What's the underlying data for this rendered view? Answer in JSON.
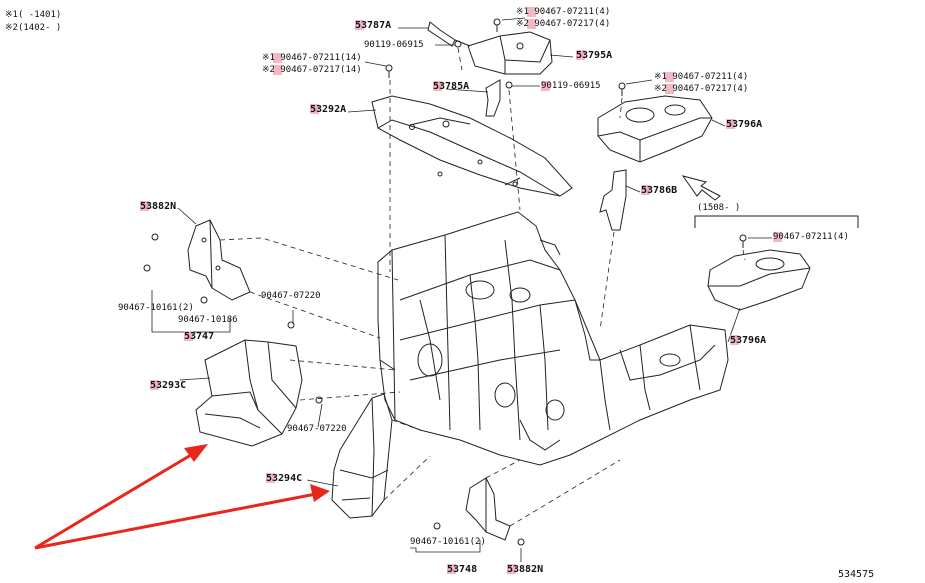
{
  "notes": {
    "note1": "※1(      -1401)",
    "note2": "※2(1402-      )",
    "range_1508": "(1508-      )"
  },
  "parts": {
    "p53787A": "53787A",
    "p53795A": "53795A",
    "p53785A": "53785A",
    "p53292A": "53292A",
    "p53796A_top": "53796A",
    "p53786B": "53786B",
    "p53882N_left": "53882N",
    "p53747": "53747",
    "p53293C": "53293C",
    "p53294C": "53294C",
    "p53796A_lower": "53796A",
    "p53748": "53748",
    "p53882N_bottom": "53882N"
  },
  "fasteners": {
    "top_c1": "※1 90467-07211(4)",
    "top_c2": "※2 90467-07217(4)",
    "screw_top": "90119-06915",
    "left_c1": "※1 90467-07211(14)",
    "left_c2": "※2 90467-07217(14)",
    "screw_mid": "90119-06915",
    "right_c1": "※1 90467-07211(4)",
    "right_c2": "※2 90467-07217(4)",
    "clip_1508": "90467-07211(4)",
    "clip_10161_left": "90467-10161(2)",
    "clip_10186": "90467-10186",
    "clip_07220_a": "90467-07220",
    "clip_07220_b": "90467-07220",
    "clip_10161_bottom": "90467-10161(2)"
  },
  "diagram_id": "534575",
  "colors": {
    "highlight": "#f2b8c4",
    "arrow": "#e8261c",
    "line": "#222222"
  }
}
